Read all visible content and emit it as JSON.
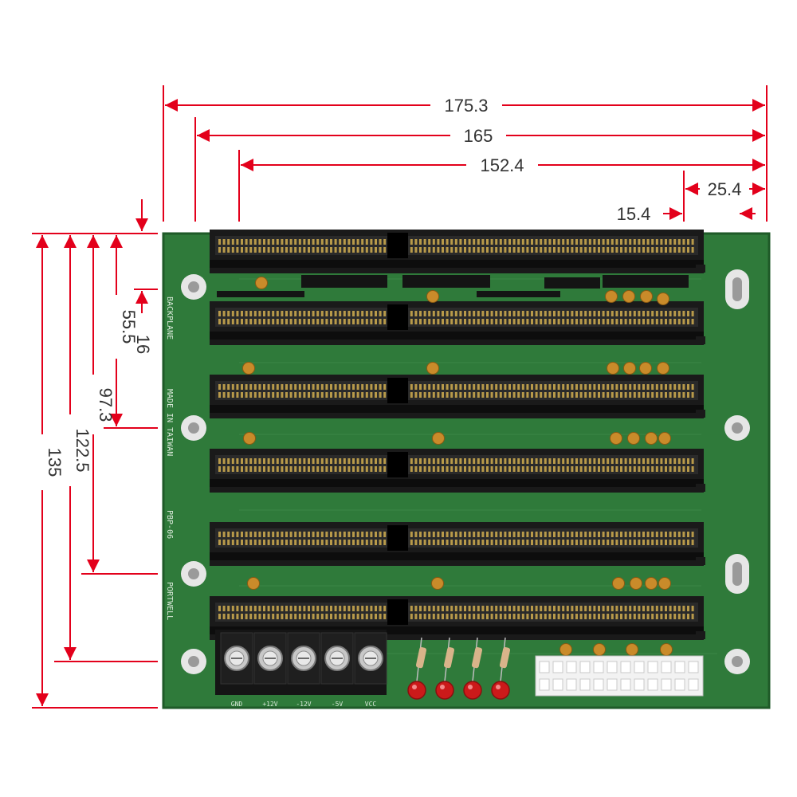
{
  "colors": {
    "dimension_line": "#e3001b",
    "board": "#2f7a3a",
    "board_edge": "#1f5a28",
    "connector": "#1a1a1a",
    "pin": "#b89a4a",
    "led": "#cc1a1a",
    "capacitor": "#c98b2a",
    "silkscreen": "#d8e8d8"
  },
  "dimensions": {
    "horizontal": [
      "175.3",
      "165",
      "152.4",
      "25.4",
      "15.4"
    ],
    "vertical": [
      "16",
      "55.5",
      "97.3",
      "122.5",
      "135"
    ]
  },
  "board": {
    "label_backplane": "BACKPLANE",
    "label_made_in": "MADE IN TAIWAN",
    "label_model": "PBP-06",
    "label_brand": "PORTWELL",
    "slot_count": 6,
    "terminal_labels": [
      "GND",
      "+12V",
      "-12V",
      "-5V",
      "VCC"
    ],
    "led_count": 4
  }
}
